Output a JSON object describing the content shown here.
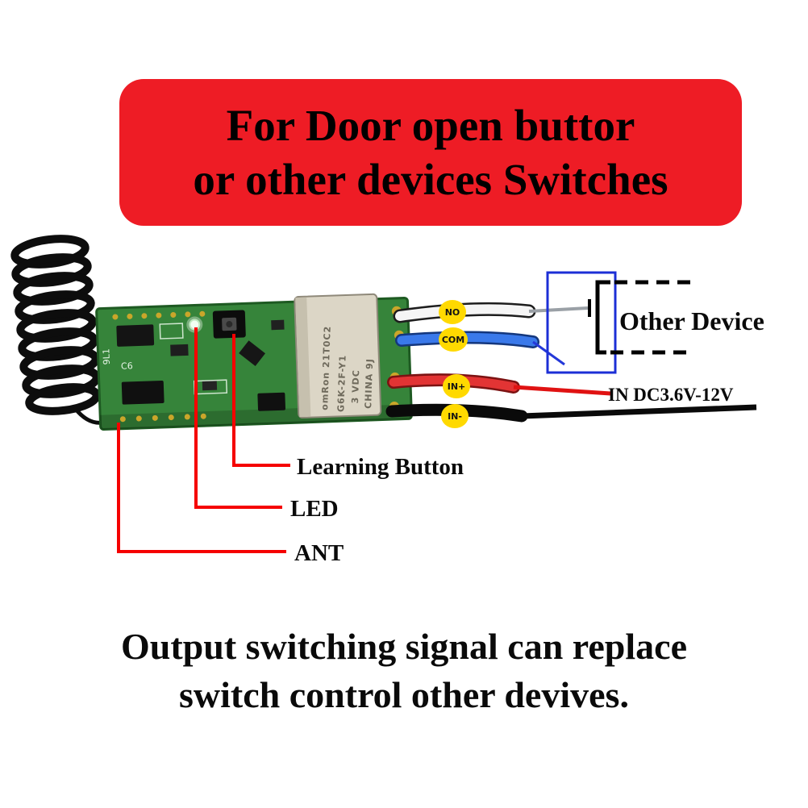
{
  "banner": {
    "line1": "For Door open buttor",
    "line2": "or other devices Switches"
  },
  "wires": {
    "no_label": "NO",
    "com_label": "COM",
    "in_plus_label": "IN+",
    "in_minus_label": "IN-"
  },
  "callouts": {
    "learning_button": "Learning Button",
    "led": "LED",
    "ant": "ANT"
  },
  "right_side": {
    "other_device": "Other Device",
    "input_voltage": "IN DC3.6V-12V"
  },
  "pcb": {
    "silkscreen_c6": "C6",
    "silkscreen_9l1": "9L1",
    "relay_line1": "omRon 21T0C2",
    "relay_line2": "G6K-2F-Y1",
    "relay_line3": "3 VDC",
    "relay_line4": "CHINA 9J"
  },
  "footer": {
    "line1": "Output switching signal can replace",
    "line2": "switch control other devives."
  },
  "colors": {
    "banner_red": "#ee1c25",
    "pcb_green": "#36843a",
    "wire_white": "#f5f5f5",
    "wire_blue": "#3a79ea",
    "wire_red": "#e23434",
    "wire_black": "#0a0a0a",
    "tag_yellow": "#ffd900",
    "callout_red": "#f50000",
    "device_box_blue": "#1c2fd6"
  }
}
